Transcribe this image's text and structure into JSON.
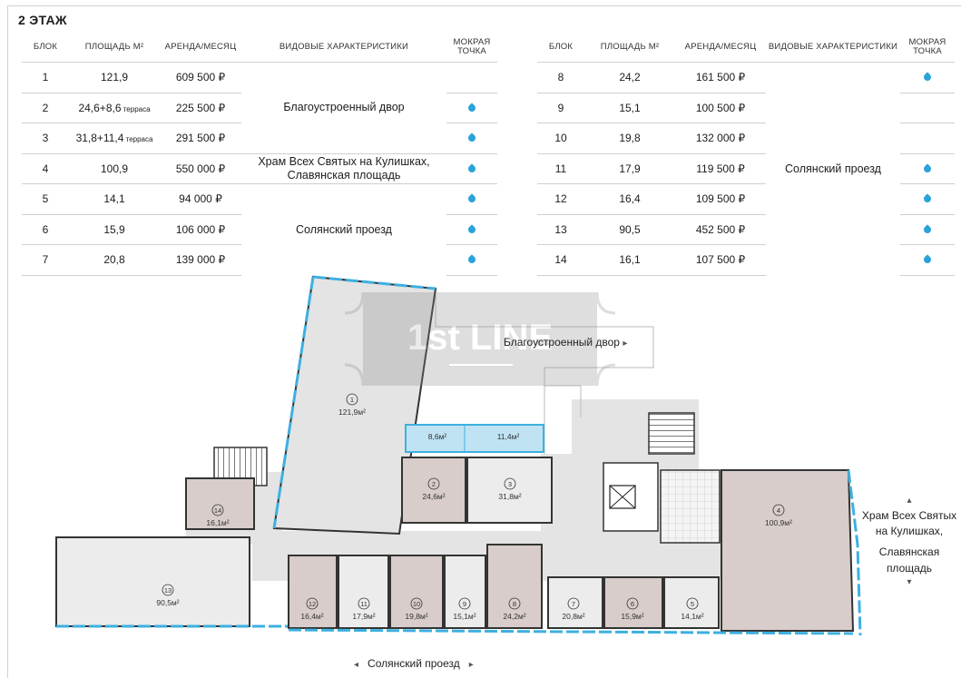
{
  "floor_title": "2 ЭТАЖ",
  "headers": {
    "block": "БЛОК",
    "area": "ПЛОЩАДЬ М²",
    "rent": "АРЕНДА/МЕСЯЦ",
    "view": "ВИДОВЫЕ ХАРАКТЕРИСТИКИ",
    "wet_1": "МОКРАЯ",
    "wet_2": "ТОЧКА"
  },
  "left_rows": [
    {
      "block": "1",
      "area": "121,9",
      "area_note": "",
      "rent": "609 500 ₽",
      "wet": false
    },
    {
      "block": "2",
      "area": "24,6+8,6",
      "area_note": "терраса",
      "rent": "225 500 ₽",
      "wet": true
    },
    {
      "block": "3",
      "area": "31,8+11,4",
      "area_note": "терраса",
      "rent": "291 500 ₽",
      "wet": true
    },
    {
      "block": "4",
      "area": "100,9",
      "area_note": "",
      "rent": "550 000 ₽",
      "wet": true
    },
    {
      "block": "5",
      "area": "14,1",
      "area_note": "",
      "rent": "94 000 ₽",
      "wet": true
    },
    {
      "block": "6",
      "area": "15,9",
      "area_note": "",
      "rent": "106 000 ₽",
      "wet": true
    },
    {
      "block": "7",
      "area": "20,8",
      "area_note": "",
      "rent": "139 000 ₽",
      "wet": true
    }
  ],
  "left_views": {
    "v1": "Благоустроенный двор",
    "v2": "Храм Всех Святых на Кулишках, Славянская площадь",
    "v3": "Солянский проезд"
  },
  "right_rows": [
    {
      "block": "8",
      "area": "24,2",
      "rent": "161 500 ₽",
      "wet": true
    },
    {
      "block": "9",
      "area": "15,1",
      "rent": "100 500 ₽",
      "wet": false
    },
    {
      "block": "10",
      "area": "19,8",
      "rent": "132 000 ₽",
      "wet": false
    },
    {
      "block": "11",
      "area": "17,9",
      "rent": "119 500 ₽",
      "wet": true
    },
    {
      "block": "12",
      "area": "16,4",
      "rent": "109 500 ₽",
      "wet": true
    },
    {
      "block": "13",
      "area": "90,5",
      "rent": "452 500 ₽",
      "wet": true
    },
    {
      "block": "14",
      "area": "16,1",
      "rent": "107 500 ₽",
      "wet": true
    }
  ],
  "right_view": "Солянский проезд",
  "plan": {
    "watermark": "1st LINE",
    "courtyard_label": "Благоустроенный двор",
    "street_label": "Солянский проезд",
    "church_label_1": "Храм Всех Святых",
    "church_label_2": "на Кулишках,",
    "square_label_1": "Славянская",
    "square_label_2": "площадь",
    "terrace_a": "8,6м²",
    "terrace_b": "11,4м²",
    "units": [
      {
        "n": "1",
        "a": "121,9м²"
      },
      {
        "n": "2",
        "a": "24,6м²"
      },
      {
        "n": "3",
        "a": "31,8м²"
      },
      {
        "n": "4",
        "a": "100,9м²"
      },
      {
        "n": "5",
        "a": "14,1м²"
      },
      {
        "n": "6",
        "a": "15,9м²"
      },
      {
        "n": "7",
        "a": "20,8м²"
      },
      {
        "n": "8",
        "a": "24,2м²"
      },
      {
        "n": "9",
        "a": "15,1м²"
      },
      {
        "n": "10",
        "a": "19,8м²"
      },
      {
        "n": "11",
        "a": "17,9м²"
      },
      {
        "n": "12",
        "a": "16,4м²"
      },
      {
        "n": "13",
        "a": "90,5м²"
      },
      {
        "n": "14",
        "a": "16,1м²"
      }
    ]
  },
  "colors": {
    "wet_point": "#29a3d9",
    "window": "#3db0e0",
    "occupied_fill": "#d8cdca",
    "corridor_fill": "#e4e4e4",
    "terrace_fill": "#bfe3f3"
  }
}
